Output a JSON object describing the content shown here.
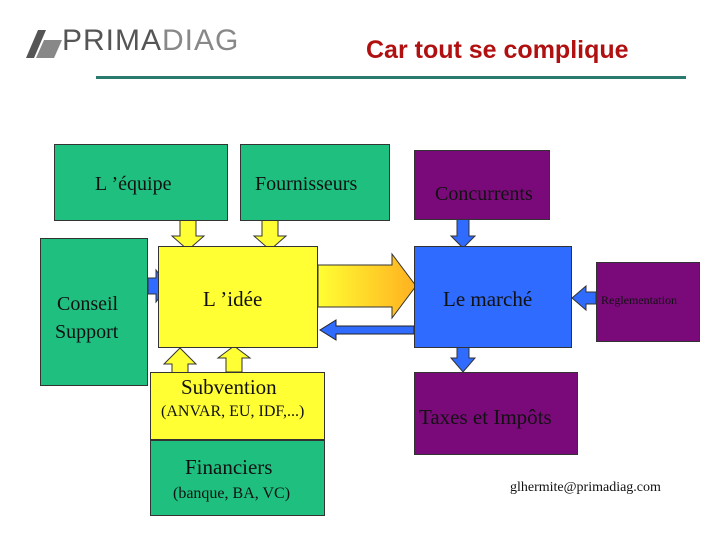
{
  "header": {
    "logo_text_dark": "PRIMA",
    "logo_text_light": "DIAG",
    "title": "Car tout se complique"
  },
  "nodes": {
    "equipe": "L ’équipe",
    "fournisseurs": "Fournisseurs",
    "concurrents": "Concurrents",
    "conseil_line1": "Conseil",
    "conseil_line2": "Support",
    "idee": "L ’idée",
    "marche": "Le marché",
    "reglementation": "Reglementation",
    "subvention": "Subvention",
    "subvention_sub": "(ANVAR, EU, IDF,...)",
    "taxes": "Taxes et Impôts",
    "financiers": "Financiers",
    "financiers_sub": "(banque, BA, VC)"
  },
  "footer": {
    "email": "glhermite@primadiag.com"
  },
  "colors": {
    "green": "#1fbf80",
    "purple": "#7a0a7a",
    "yellow": "#ffff33",
    "blue": "#2f6bff",
    "title": "#b01010",
    "rule": "#2a7a70"
  }
}
